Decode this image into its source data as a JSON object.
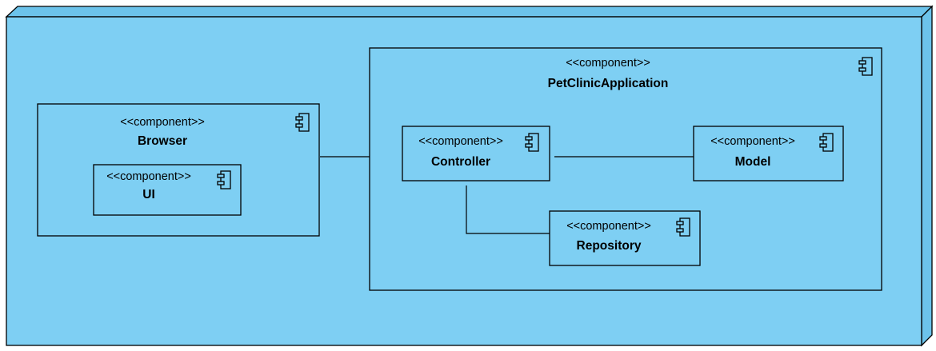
{
  "colors": {
    "node_fill": "#7ecff3",
    "node_side": "#6cc3eb",
    "stroke": "#000000"
  },
  "stereotype": "<<component>>",
  "components": {
    "browser": {
      "stereotype": "<<component>>",
      "name": "Browser"
    },
    "ui": {
      "stereotype": "<<component>>",
      "name": "UI"
    },
    "petclinic": {
      "stereotype": "<<component>>",
      "name": "PetClinicApplication"
    },
    "controller": {
      "stereotype": "<<component>>",
      "name": "Controller"
    },
    "model": {
      "stereotype": "<<component>>",
      "name": "Model"
    },
    "repository": {
      "stereotype": "<<component>>",
      "name": "Repository"
    }
  },
  "connections": [
    {
      "from": "Browser",
      "to": "PetClinicApplication"
    },
    {
      "from": "Controller",
      "to": "Model"
    },
    {
      "from": "Controller",
      "to": "Repository"
    }
  ]
}
